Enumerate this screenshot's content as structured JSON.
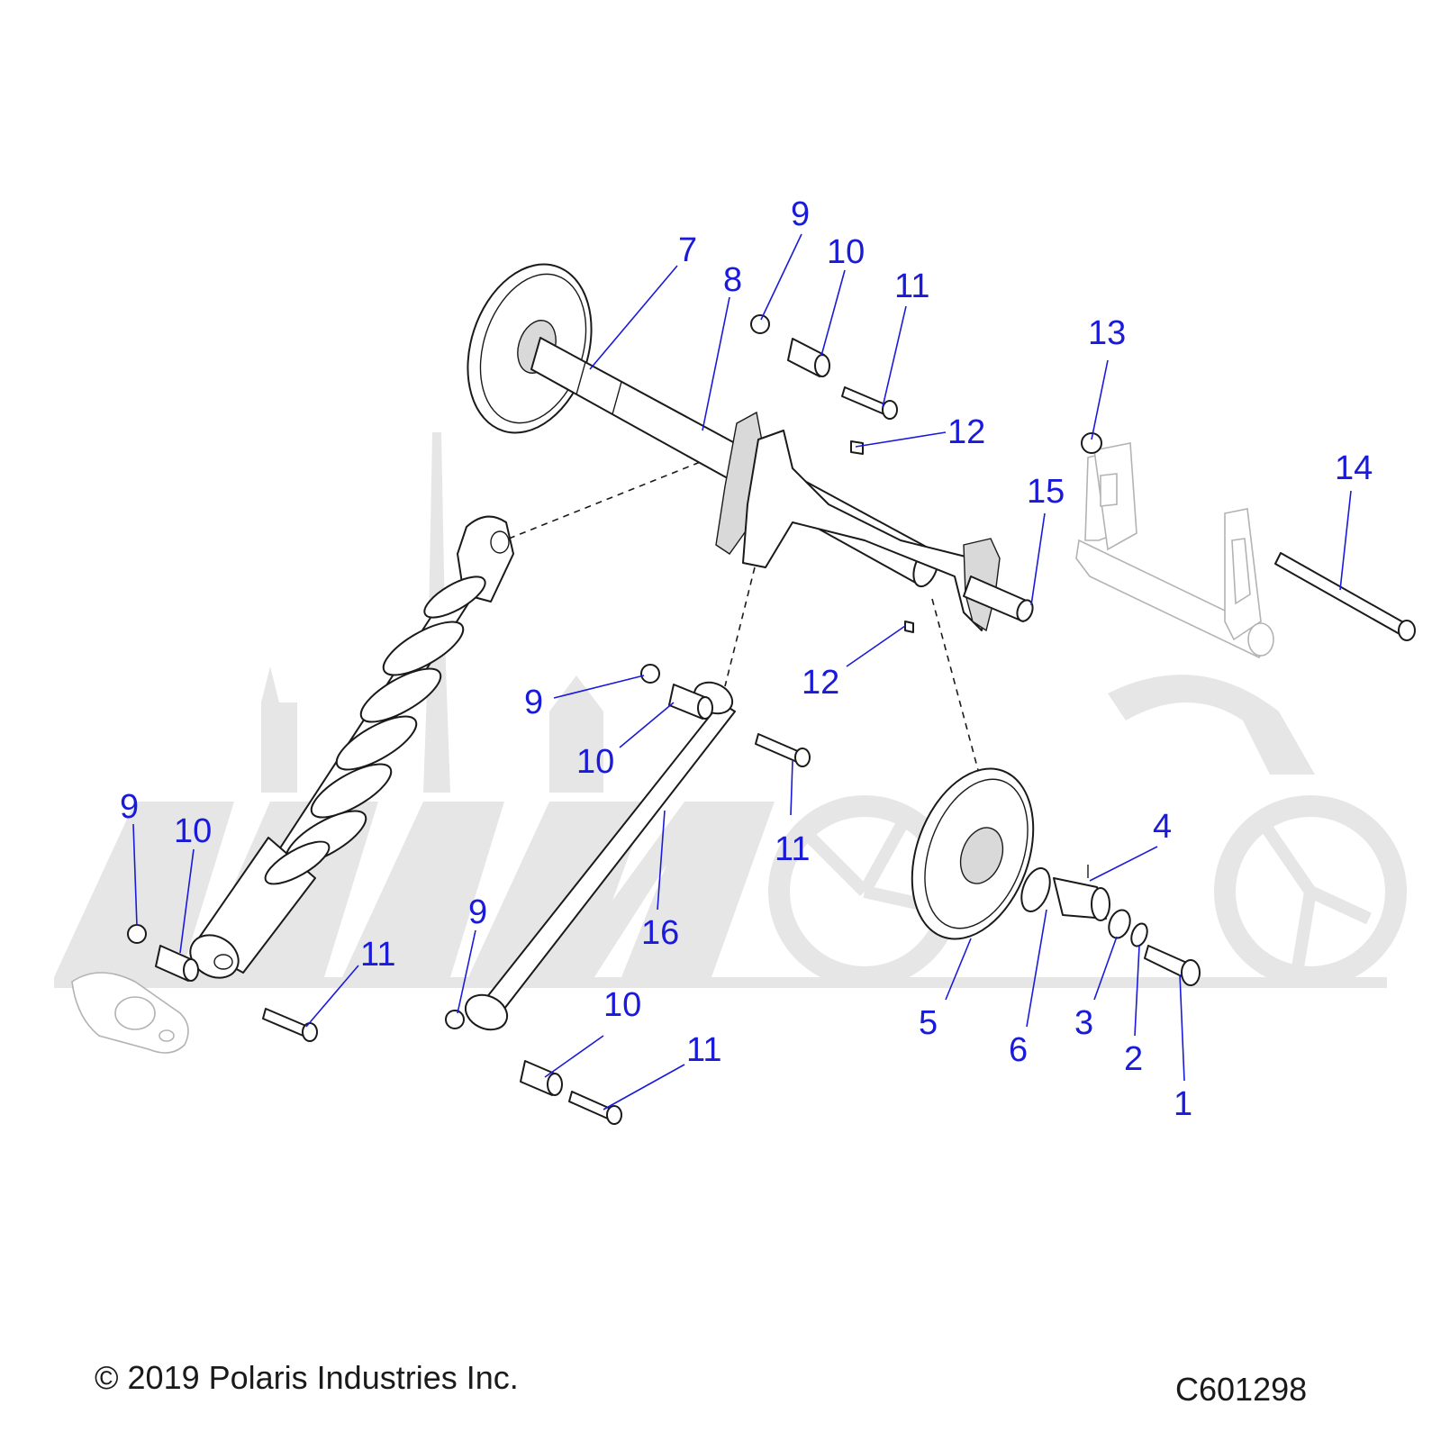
{
  "diagram": {
    "callouts": [
      {
        "id": "c1",
        "label": "1"
      },
      {
        "id": "c2",
        "label": "2"
      },
      {
        "id": "c3",
        "label": "3"
      },
      {
        "id": "c4",
        "label": "4"
      },
      {
        "id": "c5",
        "label": "5"
      },
      {
        "id": "c6",
        "label": "6"
      },
      {
        "id": "c7",
        "label": "7"
      },
      {
        "id": "c8",
        "label": "8"
      },
      {
        "id": "c9a",
        "label": "9"
      },
      {
        "id": "c9b",
        "label": "9"
      },
      {
        "id": "c9c",
        "label": "9"
      },
      {
        "id": "c9d",
        "label": "9"
      },
      {
        "id": "c10a",
        "label": "10"
      },
      {
        "id": "c10b",
        "label": "10"
      },
      {
        "id": "c10c",
        "label": "10"
      },
      {
        "id": "c10d",
        "label": "10"
      },
      {
        "id": "c11a",
        "label": "11"
      },
      {
        "id": "c11b",
        "label": "11"
      },
      {
        "id": "c11c",
        "label": "11"
      },
      {
        "id": "c11d",
        "label": "11"
      },
      {
        "id": "c12a",
        "label": "12"
      },
      {
        "id": "c12b",
        "label": "12"
      },
      {
        "id": "c13",
        "label": "13"
      },
      {
        "id": "c14",
        "label": "14"
      },
      {
        "id": "c15",
        "label": "15"
      },
      {
        "id": "c16",
        "label": "16"
      }
    ],
    "colors": {
      "callout": "#1a1adb",
      "linework": "#1a1a1a",
      "watermark": "#e6e6e6"
    }
  },
  "footer": {
    "copyright": "© 2019 Polaris Industries Inc.",
    "figure_code": "C601298"
  }
}
